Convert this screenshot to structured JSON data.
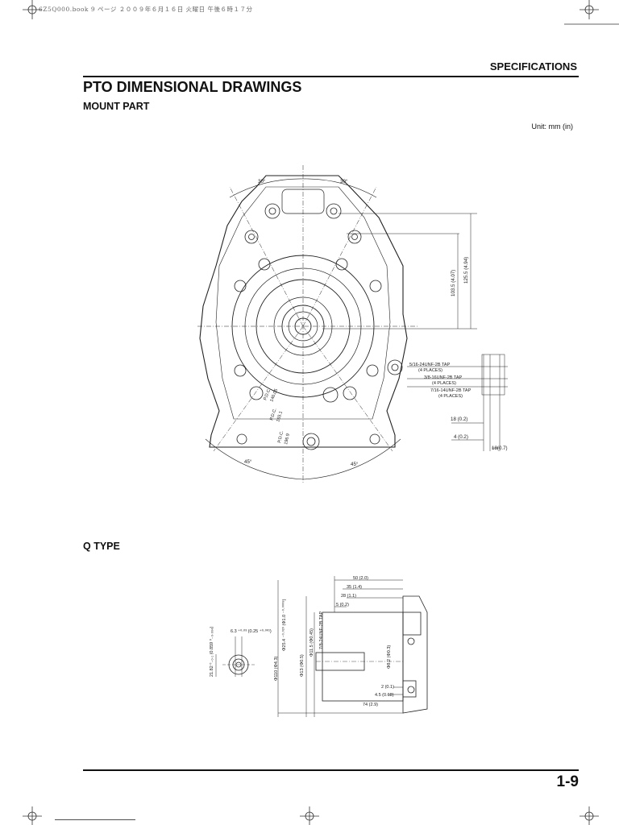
{
  "header": {
    "print_info": "6Z5Q000.book  9 ページ  ２００９年６月１６日  火曜日  午後６時１７分",
    "section": "SPECIFICATIONS"
  },
  "page": {
    "title": "PTO DIMENSIONAL DRAWINGS",
    "subtitle": "MOUNT PART",
    "unit": "Unit: mm (in)",
    "qtype_heading": "Q TYPE",
    "page_number": "1-9"
  },
  "mount_drawing": {
    "angle_top_left": "30°",
    "angle_top_right": "30°",
    "angle_bottom_left": "45°",
    "angle_bottom_right": "45°",
    "dim_height_1": "103.5 (4.07)",
    "dim_height_2": "125.5 (4.94)",
    "tap_1": "5/16-24UNF-2B TAP",
    "tap_1_qty": "(4 PLACES)",
    "tap_2": "3/8-16UNF-2B TAP",
    "tap_2_qty": "(4 PLACES)",
    "tap_3": "7/16-14UNF-2B TAP",
    "tap_3_qty": "(4 PLACES)",
    "dim_18": "18 (0.2)",
    "dim_4": "4 (0.2)",
    "dim_18b": "18(0.7)",
    "pcd_1": "P.D.C.",
    "pcd_2": "146.05",
    "pcd_3": "P.D.C.",
    "pcd_4": "165.1",
    "pcd_5": "P.D.C.",
    "pcd_6": "196.9"
  },
  "q_drawing": {
    "dim_50": "50 (2.0)",
    "dim_35": "35 (1.4)",
    "dim_28": "28 (1.1)",
    "dim_5": "5 (0.2)",
    "dim_2": "2 (0.1)",
    "dim_45": "4.5 (0.18)",
    "dim_74": "74 (2.9)",
    "key_width": "6.3 ⁺⁰·⁰³ (0.25 ⁺⁰·⁰⁰¹)",
    "key_height": "21.82 ⁰₋₀.₁ (0.859 ⁰₋₀.₀₀₄)",
    "dia_254": "Φ25.4 ⁻⁰·⁰²⁰ (Φ1.0 ⁻⁰·⁰⁰⁰⁸)",
    "dia_110": "Φ110 (Φ4.3)",
    "dia_13": "Φ13 (Φ0.5)",
    "dia_115": "Φ11.5 (Φ0.45)",
    "thread": "7/8-24UNF-2B TAP",
    "dia_small": "Φ8.2 (Φ0.3)"
  }
}
